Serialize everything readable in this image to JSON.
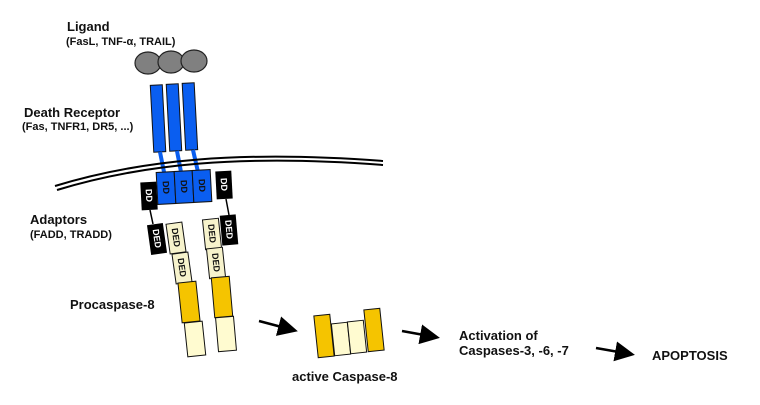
{
  "diagram": {
    "title": "Death receptor-mediated extrinsic apoptosis pathway",
    "labels": {
      "ligand": "Ligand",
      "ligand_examples": "(FasL, TNF-α, TRAIL)",
      "receptor": "Death Receptor",
      "receptor_examples": "(Fas, TNFR1, DR5, ...)",
      "adaptors": "Adaptors",
      "adaptors_examples": "(FADD, TRADD)",
      "procaspase": "Procaspase-8",
      "active_caspase": "active Caspase-8",
      "activation_line1": "Activation of",
      "activation_line2": "Caspases-3, -6, -7",
      "apoptosis": "APOPTOSIS"
    },
    "domains": {
      "dd": "DD",
      "ded": "DED"
    },
    "colors": {
      "ligand": "#808080",
      "receptor": "#0a5ef0",
      "adaptor": "#000000",
      "ded_procaspase": "#f7f3cc",
      "caspase_large": "#f5c400",
      "caspase_small": "#fffbd0",
      "membrane": "#000000"
    }
  }
}
